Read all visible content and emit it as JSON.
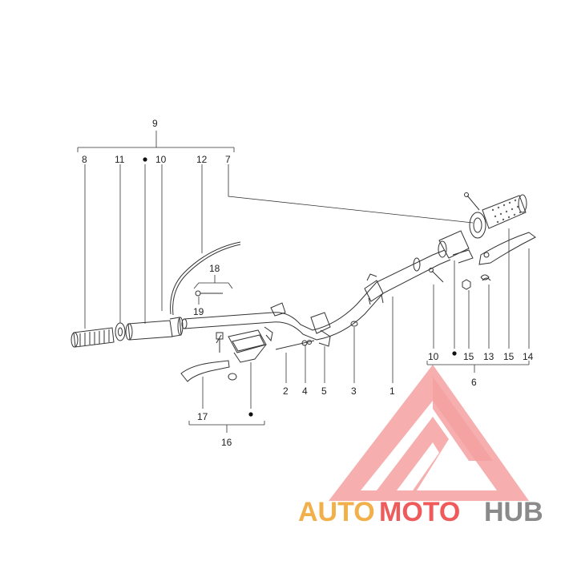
{
  "labels": {
    "p1": "1",
    "p2": "2",
    "p3": "3",
    "p4": "4",
    "p5": "5",
    "p6": "6",
    "p7": "7",
    "p8": "8",
    "p9": "9",
    "p10a": "10",
    "p10b": "10",
    "p11": "11",
    "p12": "12",
    "p13": "13",
    "p14": "14",
    "p15a": "15",
    "p15b": "15",
    "p16": "16",
    "p17": "17",
    "p18": "18",
    "p19": "19"
  },
  "watermark": {
    "part1": "AUTO",
    "part2": "MOTO",
    "part3": "HUB",
    "colors": {
      "auto": "#f2b04a",
      "moto": "#ef5a5a",
      "hub": "#8a8a8a",
      "logo": "#f08a8a"
    }
  }
}
